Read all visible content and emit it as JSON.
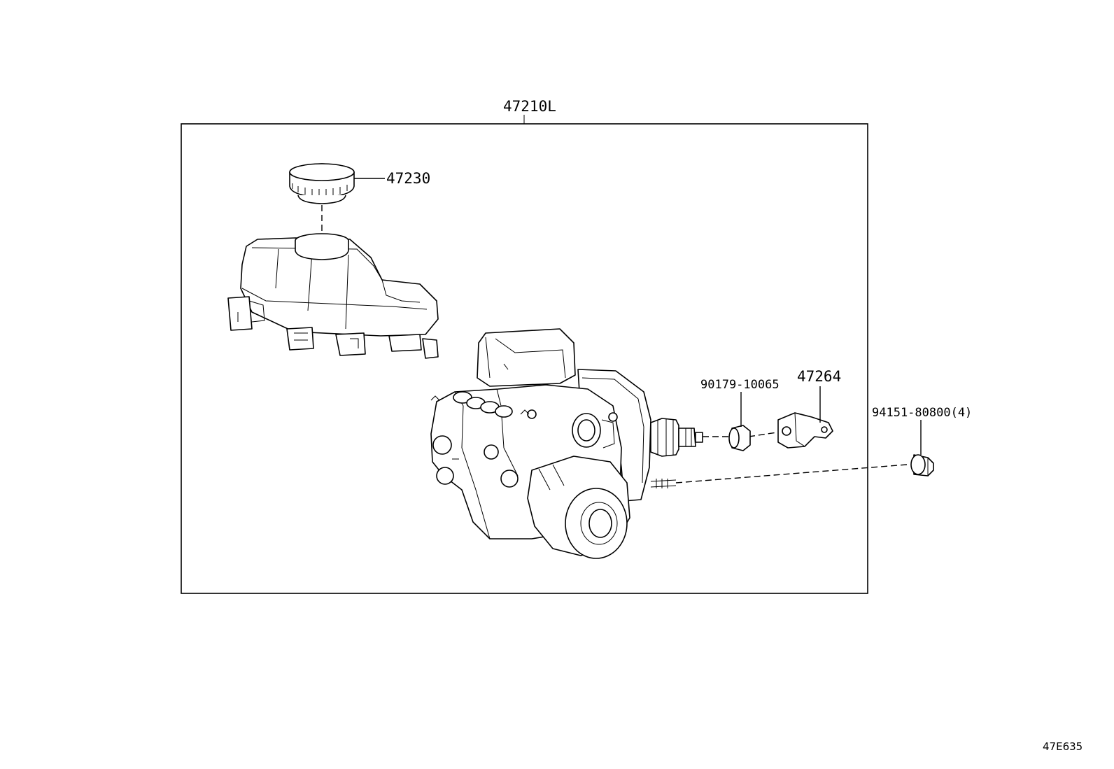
{
  "diagram": {
    "assembly_label": "47210L",
    "cap_label": "47230",
    "bracket_label": "47264",
    "collar_label": "90179-10065",
    "nut_label": "94151-80800(4)",
    "reference_code": "47E635"
  }
}
